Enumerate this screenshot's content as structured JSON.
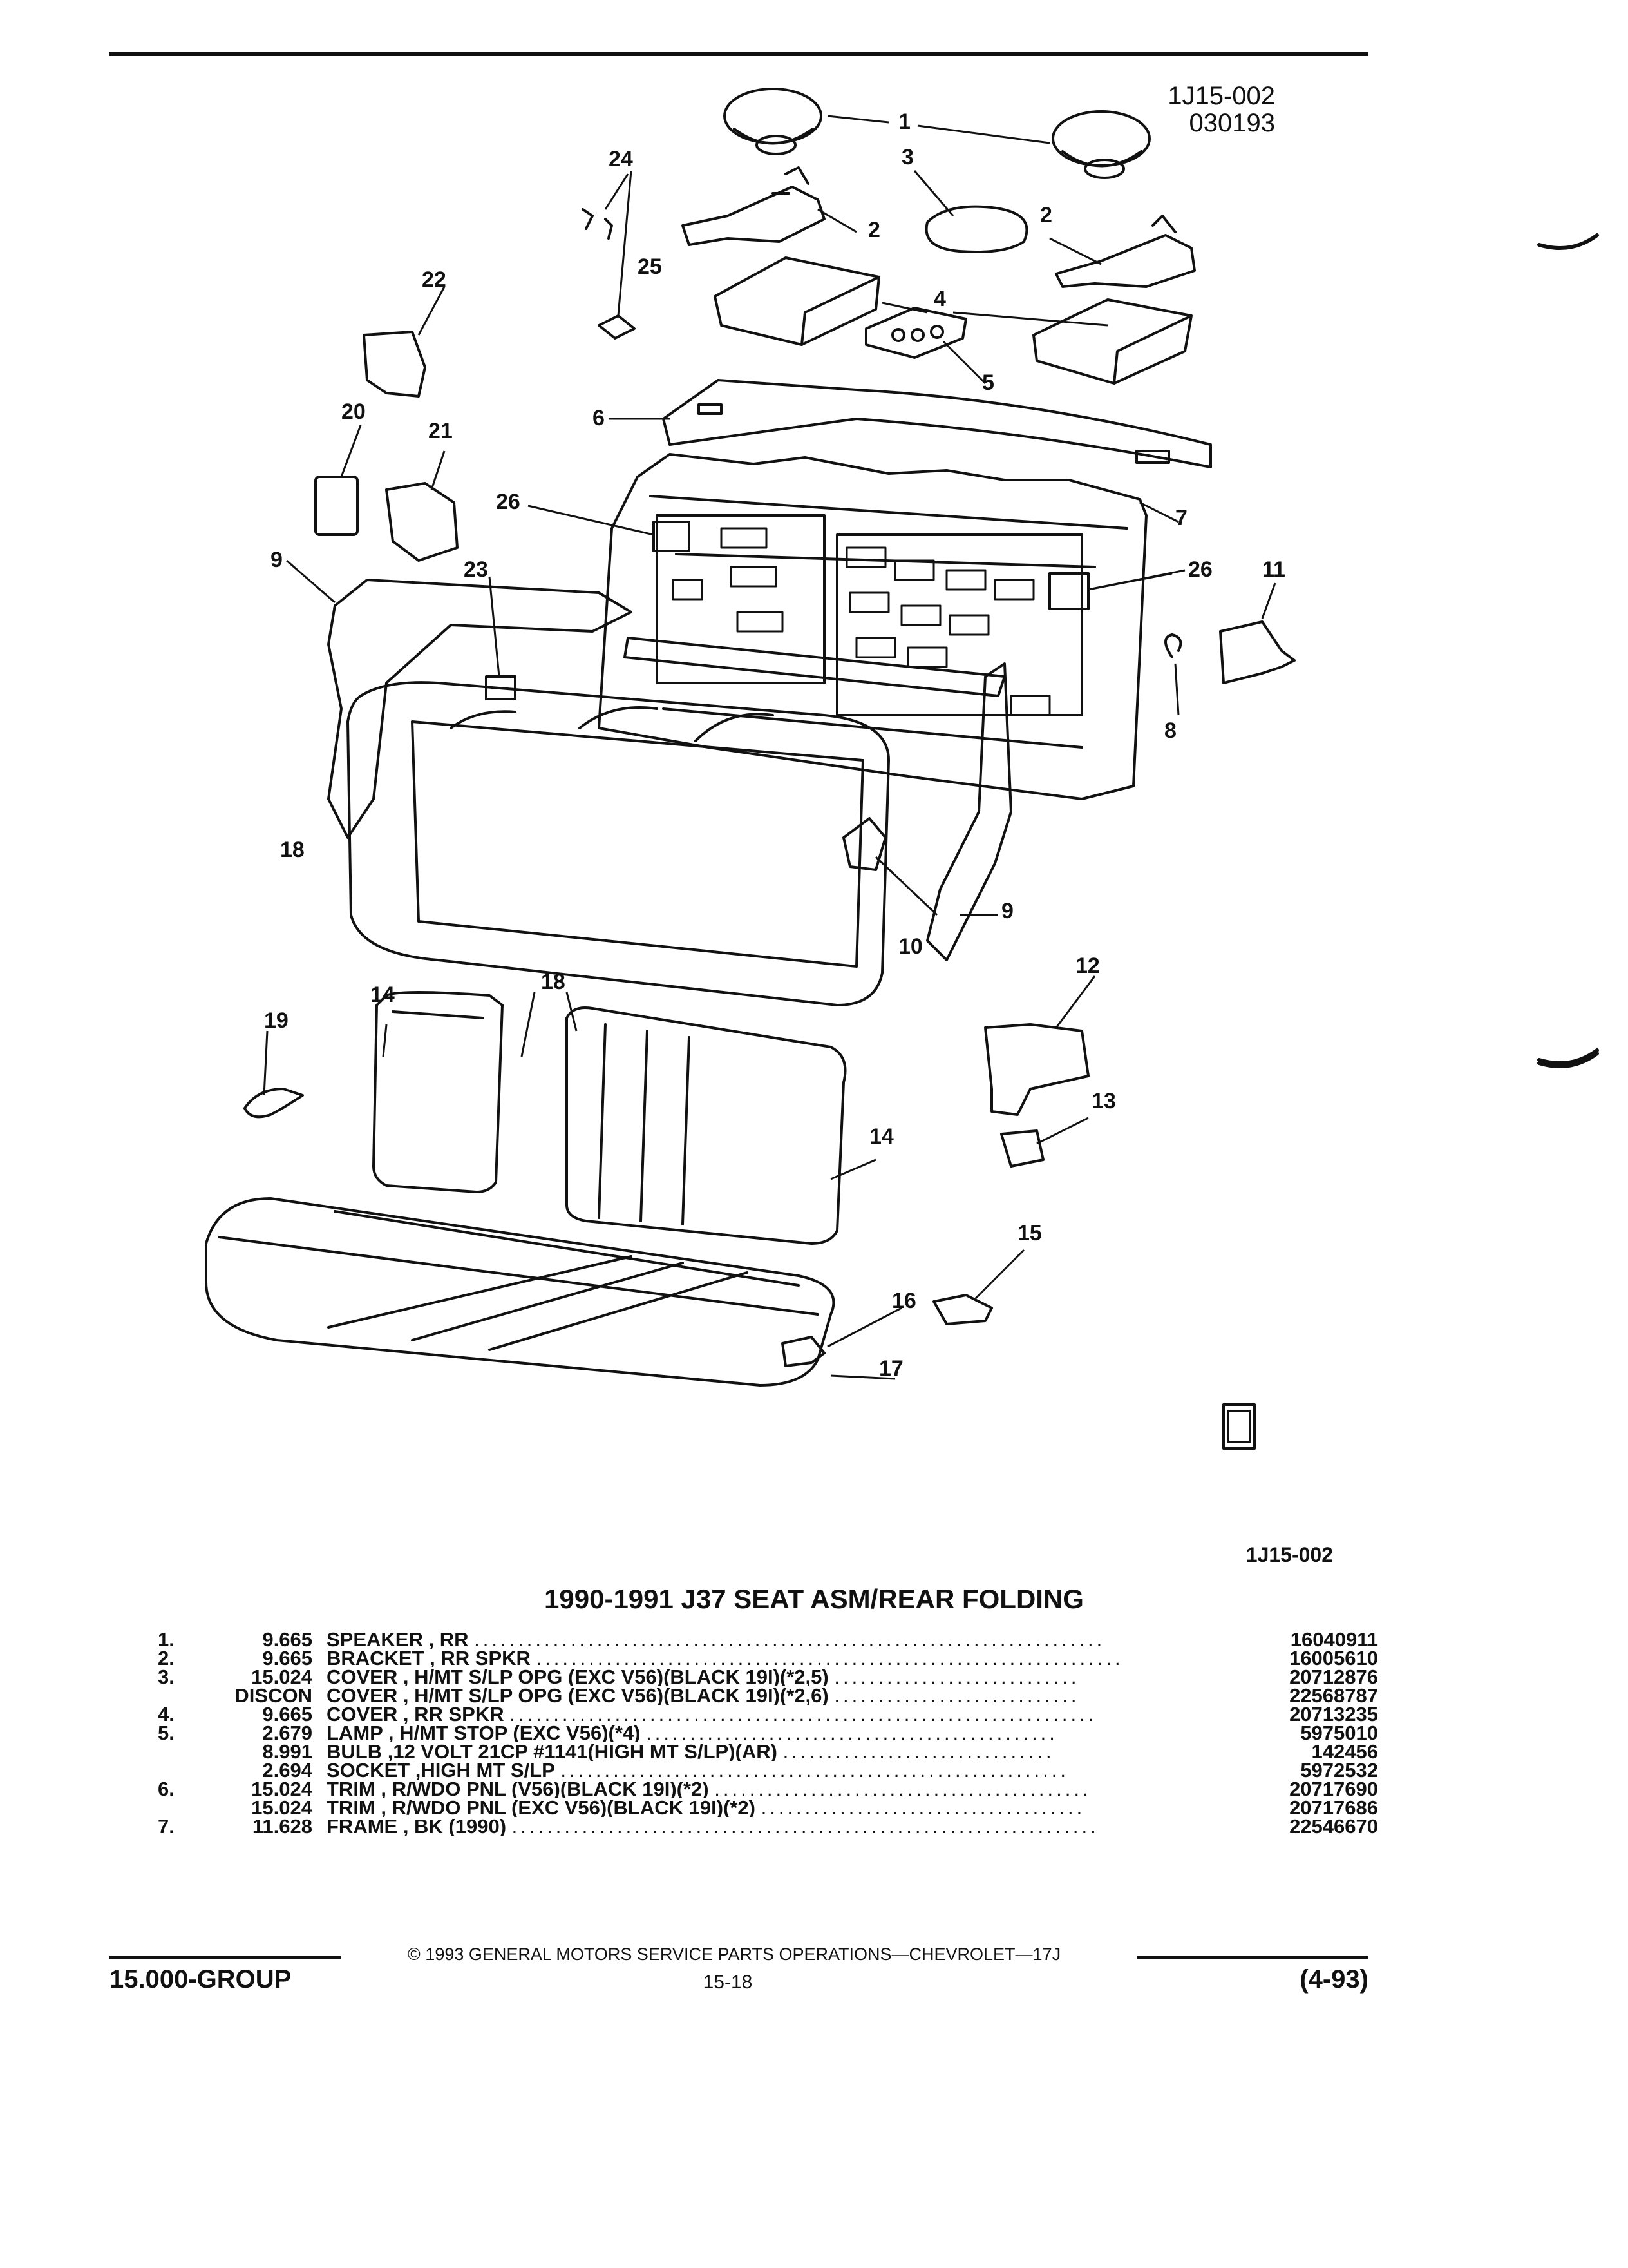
{
  "header": {
    "ref_line1": "1J15-002",
    "ref_line2": "030193"
  },
  "callouts": [
    "1",
    "2",
    "3",
    "4",
    "5",
    "6",
    "7",
    "8",
    "9",
    "10",
    "11",
    "12",
    "13",
    "14",
    "15",
    "16",
    "17",
    "18",
    "19",
    "20",
    "21",
    "22",
    "23",
    "24",
    "25",
    "26"
  ],
  "figure_caption": "1J15-002",
  "section_title": "1990-1991 J37 SEAT ASM/REAR FOLDING",
  "parts": [
    {
      "num": "1.",
      "code": "9.665",
      "desc": "SPEAKER , RR",
      "pn": "16040911"
    },
    {
      "num": "2.",
      "code": "9.665",
      "desc": "BRACKET , RR SPKR",
      "pn": "16005610"
    },
    {
      "num": "3.",
      "code": "15.024",
      "desc": "COVER , H/MT S/LP OPG (EXC V56)(BLACK 19I)(*2,5)",
      "pn": "20712876"
    },
    {
      "num": "",
      "code": "DISCON",
      "desc": "COVER , H/MT S/LP OPG (EXC V56)(BLACK 19I)(*2,6)",
      "pn": "22568787"
    },
    {
      "num": "4.",
      "code": "9.665",
      "desc": "COVER , RR SPKR",
      "pn": "20713235"
    },
    {
      "num": "5.",
      "code": "2.679",
      "desc": "LAMP , H/MT STOP (EXC V56)(*4)",
      "pn": "5975010"
    },
    {
      "num": "",
      "code": "8.991",
      "desc": "BULB ,12 VOLT 21CP #1141(HIGH MT S/LP)(AR)",
      "pn": "142456"
    },
    {
      "num": "",
      "code": "2.694",
      "desc": "SOCKET ,HIGH MT S/LP",
      "pn": "5972532"
    },
    {
      "num": "6.",
      "code": "15.024",
      "desc": "TRIM , R/WDO PNL (V56)(BLACK 19I)(*2)",
      "pn": "20717690"
    },
    {
      "num": "",
      "code": "15.024",
      "desc": "TRIM , R/WDO PNL (EXC V56)(BLACK 19I)(*2)",
      "pn": "20717686"
    },
    {
      "num": "7.",
      "code": "11.628",
      "desc": "FRAME , BK (1990)",
      "pn": "22546670"
    }
  ],
  "footer": {
    "copyright": "© 1993 GENERAL MOTORS SERVICE PARTS OPERATIONS—CHEVROLET—17J",
    "group": "15.000-GROUP",
    "page": "15-18",
    "date": "(4-93)"
  }
}
